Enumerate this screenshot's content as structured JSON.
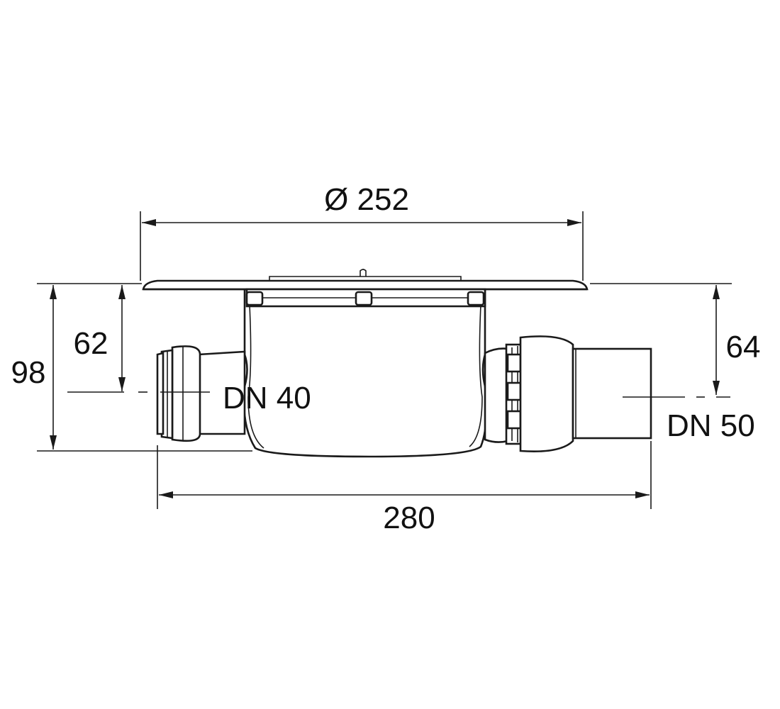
{
  "dimensions": {
    "flange_diameter": "Ø 252",
    "total_length": "280",
    "total_height": "98",
    "left_outlet_height": "62",
    "right_outlet_height": "64"
  },
  "outlets": {
    "left_label": "DN 40",
    "right_label": "DN 50"
  },
  "colors": {
    "line": "#1a1a1a",
    "background": "#ffffff"
  }
}
